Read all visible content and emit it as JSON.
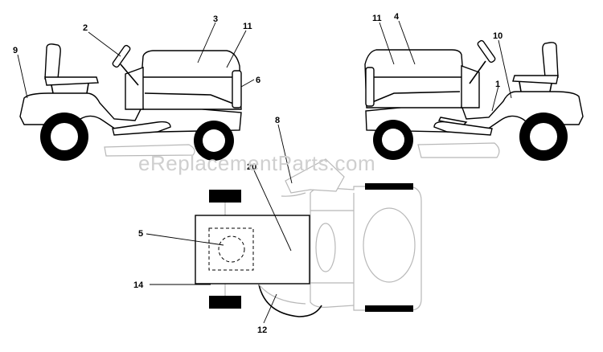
{
  "watermark": "eReplacementParts.com",
  "callouts": [
    "9",
    "2",
    "3",
    "11",
    "6",
    "11",
    "4",
    "10",
    "1",
    "8",
    "20",
    "5",
    "14",
    "12"
  ],
  "colors": {
    "line": "#000000",
    "ghost": "#b8b8b8",
    "watermark": "#cfcfcf"
  }
}
